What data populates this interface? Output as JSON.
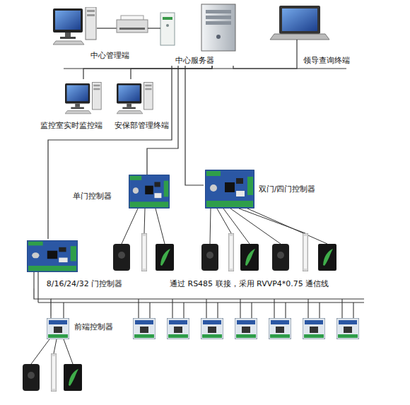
{
  "diagram": {
    "nodes": [
      {
        "text": [
          "中心管理端"
        ]
      },
      {
        "text": [
          "中心服务器"
        ]
      },
      {
        "text": [
          "领导查询终端"
        ]
      },
      {
        "text": [
          "监控室实时监控端"
        ]
      },
      {
        "text": [
          "安保部管理终端"
        ]
      },
      {
        "text": [
          "单门控制器"
        ]
      },
      {
        "text": [
          "双门/四门控制器"
        ]
      },
      {
        "text": [
          "8/16/24/32 门控制器"
        ]
      },
      {
        "text": [
          "前端控制器"
        ]
      }
    ],
    "edges": [
      {
        "from": 0,
        "to": 1,
        "arrow": "none"
      },
      {
        "from": 1,
        "to": 2,
        "arrow": "none"
      },
      {
        "from": 1,
        "to": 3,
        "arrow": "none"
      },
      {
        "from": 1,
        "to": 4,
        "arrow": "none"
      },
      {
        "from": 1,
        "to": 5,
        "arrow": "none"
      },
      {
        "from": 1,
        "to": 6,
        "arrow": "none"
      },
      {
        "from": 1,
        "to": 7,
        "arrow": "none"
      },
      {
        "from": 7,
        "to": 8,
        "arrow": "none"
      }
    ],
    "labels": [
      "通过 RS485 联接，采用 RVVP4*0.75 通信线"
    ]
  }
}
